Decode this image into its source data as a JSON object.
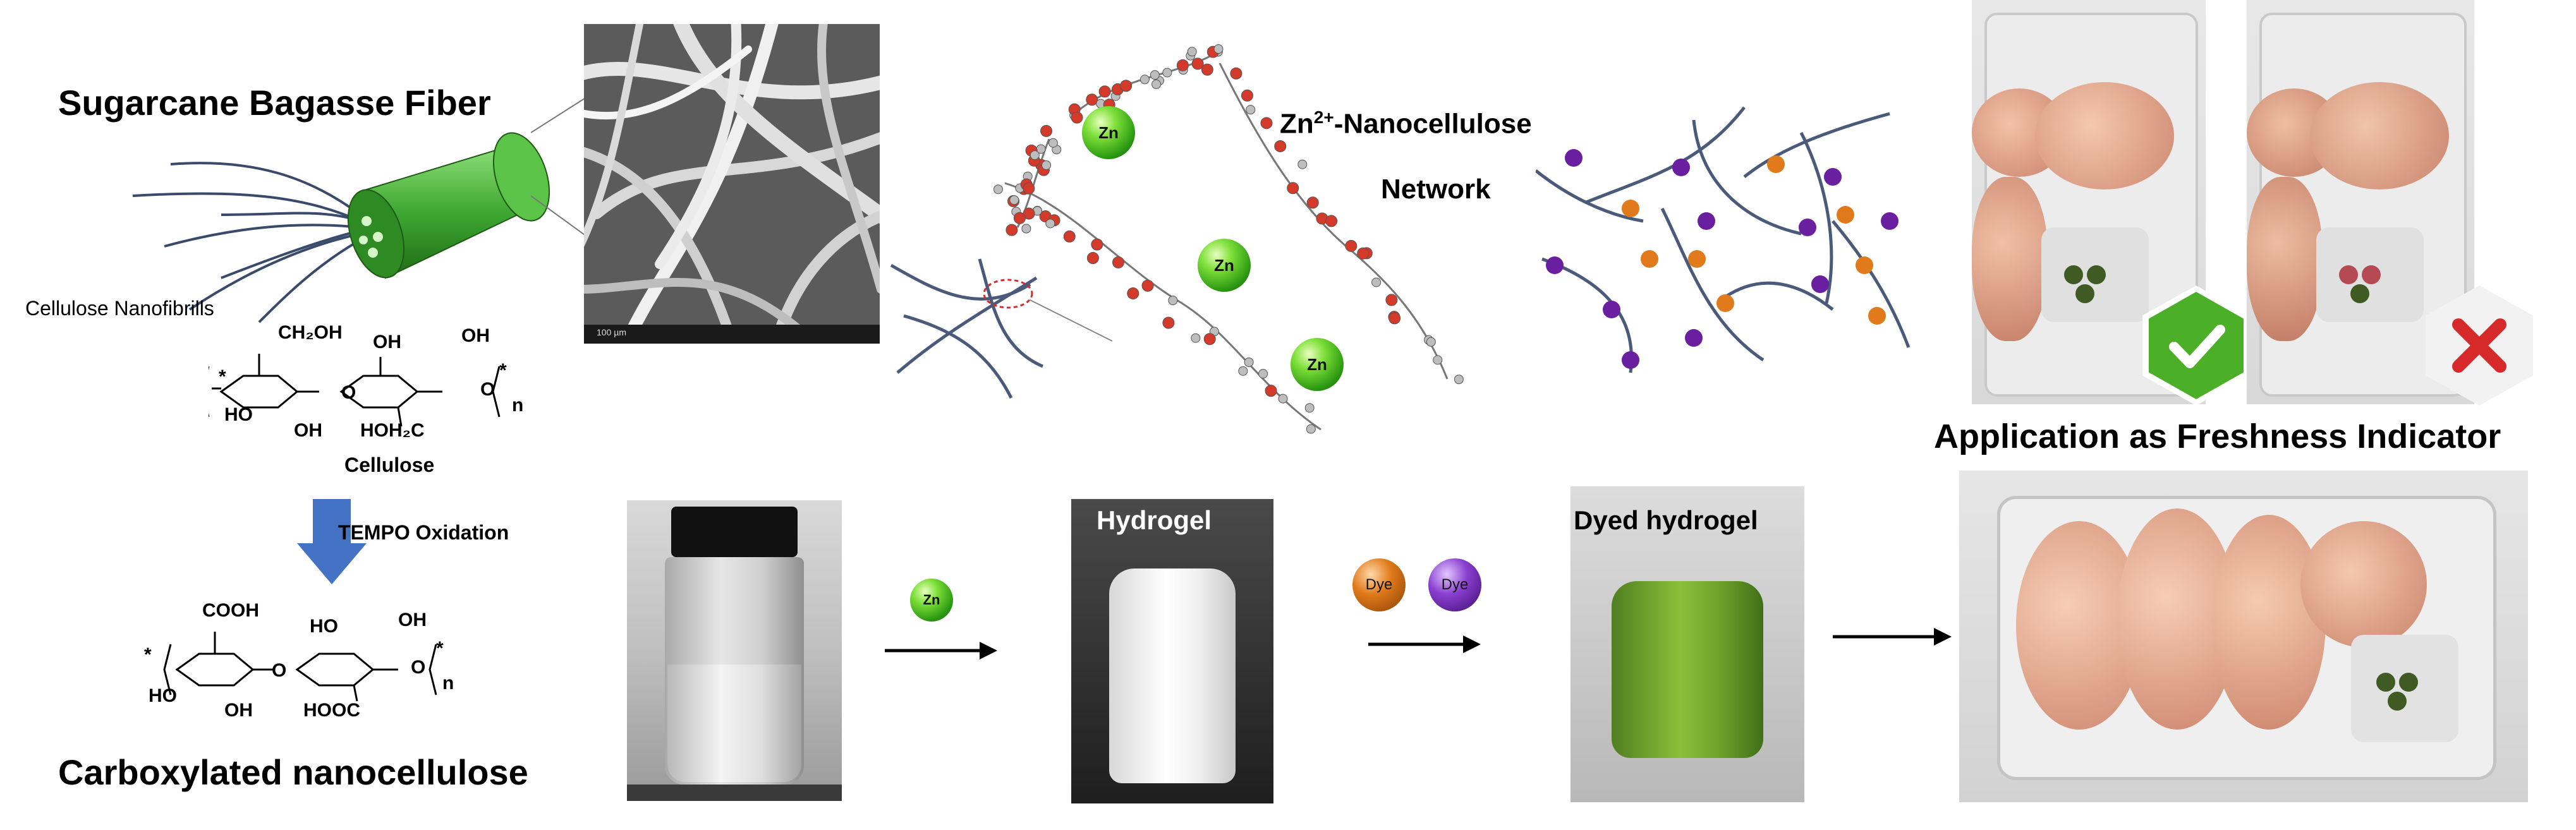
{
  "labels": {
    "sugarcane": "Sugarcane Bagasse Fiber",
    "nanofibrils": "Cellulose Nanofibrills",
    "cellulose": "Cellulose",
    "tempo": "TEMPO Oxidation",
    "carboxylated": "Carboxylated nanocellulose",
    "zn_network_prefix": "Zn",
    "zn_network_sup": "2+",
    "zn_network_suffix": "-Nanocellulose",
    "network": "Network",
    "hydrogel": "Hydrogel",
    "dyed_hydrogel": "Dyed hydrogel",
    "application": "Application as Freshness Indicator"
  },
  "chemistry": {
    "ch2oh": "CH₂OH",
    "oh": "OH",
    "hoh2c": "HOH₂C",
    "o": "O",
    "n": "n",
    "cooh": "COOH",
    "hooc": "HOOC",
    "ho": "HO",
    "star": "*"
  },
  "badges": {
    "zn": "Zn",
    "dye": "Dye"
  },
  "sem": {
    "scale_text": "100 µm"
  },
  "colors": {
    "fiber_green": "#3fa832",
    "arrow_blue": "#4472c4",
    "check_green": "#4caf28",
    "cross_red": "#d62a2a",
    "dot_orange": "#e07a1a",
    "dot_purple": "#6a1fa0",
    "chain_blue": "#4a5a7a"
  },
  "icons": [
    "fiber-bundle-icon",
    "down-arrow-icon",
    "right-arrow-icon",
    "check-badge-icon",
    "cross-badge-icon"
  ]
}
